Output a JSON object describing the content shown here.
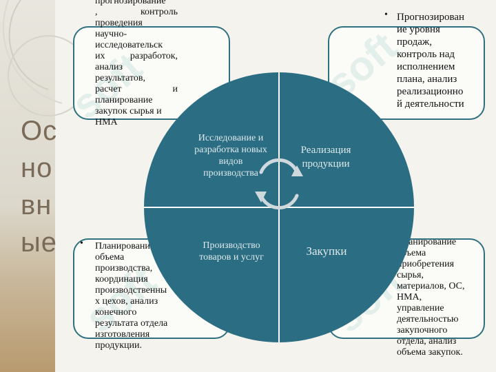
{
  "title_lines": [
    "Ос",
    "но",
    "вн",
    "ые"
  ],
  "cards": {
    "top_left": {
      "lines": [
        "прогнозирование",
        ", контроль",
        "проведения",
        "научно-",
        "исследовательск",
        "их разработок,",
        "анализ",
        "результатов,",
        "расчет и",
        "планирование",
        "закупок сырья и",
        "НМА"
      ]
    },
    "top_right": {
      "bullet": "•",
      "lines": [
        "Прогнозирован",
        "ие уровня",
        "продаж,",
        "контроль над",
        "исполнением",
        "плана, анализ",
        "реализационно",
        "й деятельности"
      ]
    },
    "bottom_left": {
      "bullet": "•",
      "lines": [
        "Планирование",
        "объема",
        "производства,",
        "координация",
        "производственны",
        "х цехов, анализ",
        "конечного",
        "результата отдела",
        "изготовления",
        "продукции."
      ]
    },
    "bottom_right": {
      "bullet": "•",
      "lines": [
        "Планирование",
        "объема",
        "приобретения",
        "сырья,",
        "материалов, ОС,",
        "НМА,",
        "управление",
        "деятельностью",
        "закупочного",
        "отдела, анализ",
        "объема закупок."
      ]
    }
  },
  "quadrants": {
    "research": [
      "Исследование и",
      "разработка новых",
      "видов",
      "производства"
    ],
    "sales": [
      "Реализация",
      "продукции"
    ],
    "production": [
      "Производство",
      "товаров и услуг"
    ],
    "purchasing": [
      "Закупки"
    ]
  },
  "colors": {
    "circle": "#2b6d82",
    "border": "#2e6f80",
    "divider": "#ffffff"
  },
  "icons": {
    "cycle": "cycle-arrows-icon"
  }
}
